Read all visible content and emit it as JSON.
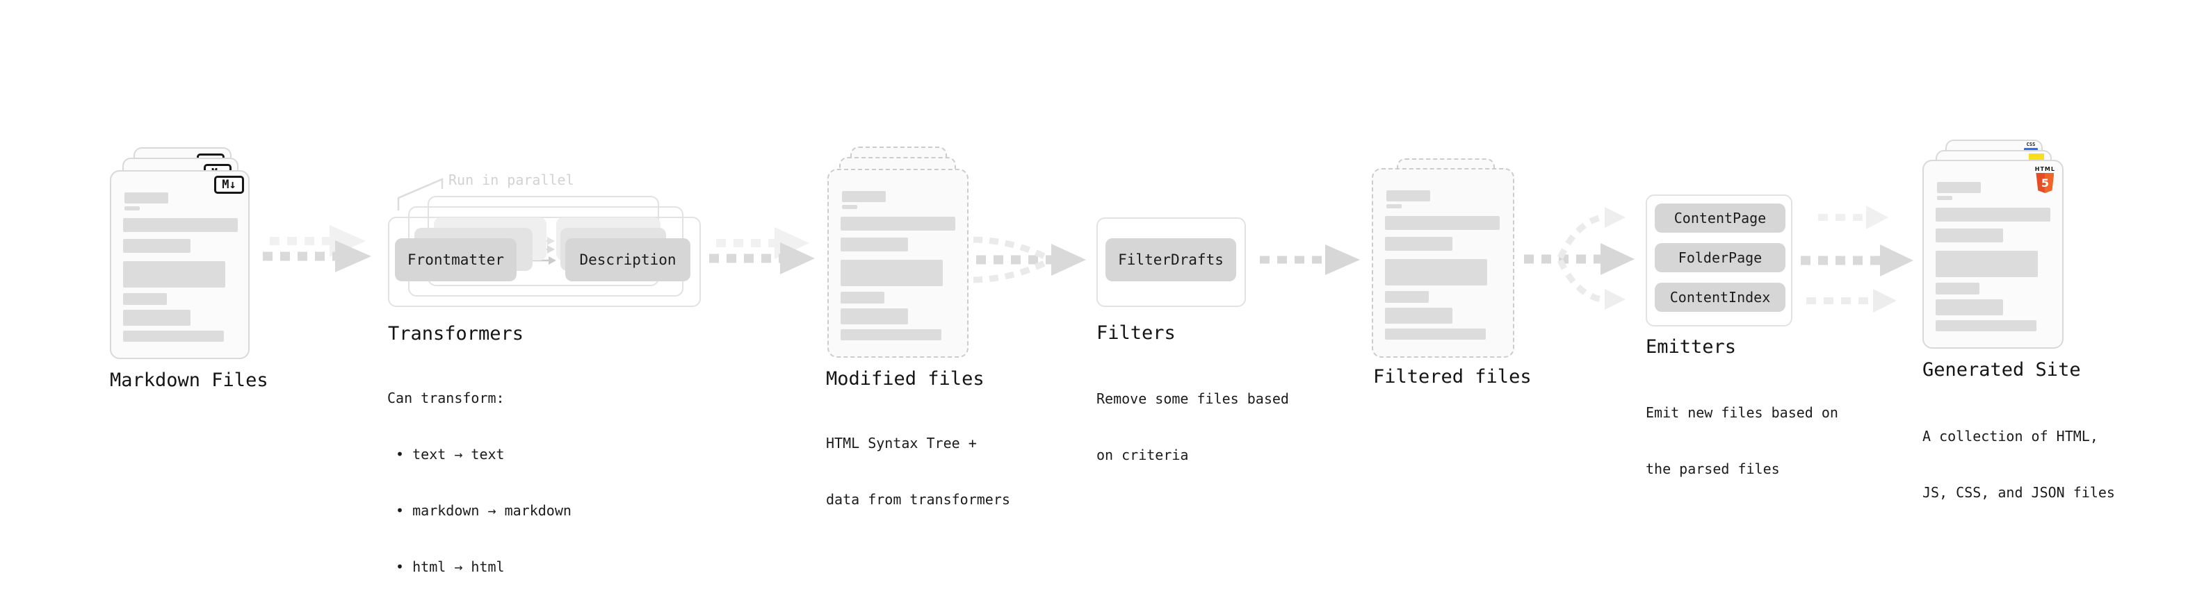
{
  "diagram": {
    "stages": {
      "markdown_files": {
        "title": "Markdown Files",
        "badge_label": "M↓"
      },
      "transformers": {
        "title": "Transformers",
        "annotation": "Run in parallel",
        "pill_left": "Frontmatter",
        "pill_right": "Description",
        "description_lines": [
          "Can transform:",
          " • text → text",
          " • markdown → markdown",
          " • html → html"
        ]
      },
      "modified_files": {
        "title": "Modified files",
        "description_lines": [
          "HTML Syntax Tree +",
          "data from transformers"
        ]
      },
      "filters": {
        "title": "Filters",
        "pill": "FilterDrafts",
        "description_lines": [
          "Remove some files based",
          "on criteria"
        ]
      },
      "filtered_files": {
        "title": "Filtered files"
      },
      "emitters": {
        "title": "Emitters",
        "pills": [
          "ContentPage",
          "FolderPage",
          "ContentIndex"
        ],
        "description_lines": [
          "Emit new files based on",
          "the parsed files"
        ]
      },
      "generated_site": {
        "title": "Generated Site",
        "html_badge_word": "HTML",
        "html_badge_number": "5",
        "css_badge_word": "CSS",
        "description_lines": [
          "A collection of HTML,",
          "JS, CSS, and JSON files"
        ]
      }
    },
    "colors": {
      "background": "#ffffff",
      "card_border": "#d9d9d9",
      "dashed_border": "#cccccc",
      "bar_fill": "#dcdcdc",
      "pill_fill": "#d6d6d6",
      "arrow_main": "#d9d9d9",
      "arrow_echo": "#f1f1f1",
      "arrow_faint": "#ededed",
      "annotation_text": "#d2d2d2",
      "text": "#1b1b1b",
      "html5_orange": "#e44d26",
      "js_yellow": "#f7df1e",
      "css_blue": "#2f6df6"
    }
  }
}
